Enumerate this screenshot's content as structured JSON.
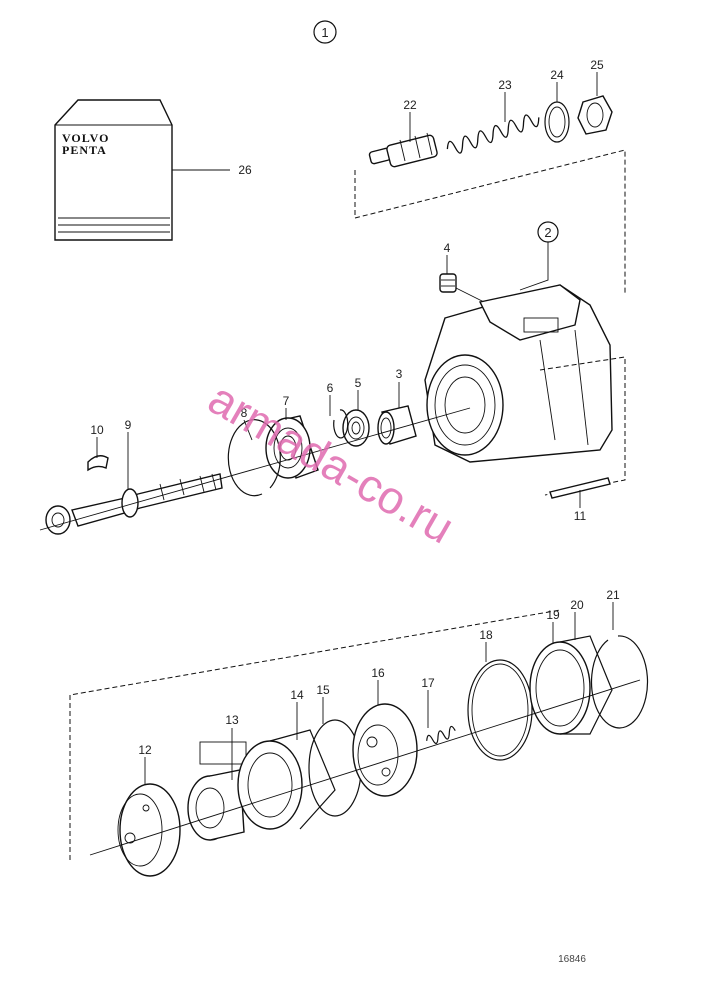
{
  "group_markers": [
    "1",
    "2"
  ],
  "logo": {
    "line1": "VOLVO",
    "line2": "PENTA"
  },
  "part_numbers": [
    "3",
    "4",
    "5",
    "6",
    "7",
    "8",
    "9",
    "10",
    "11",
    "12",
    "13",
    "14",
    "15",
    "16",
    "17",
    "18",
    "19",
    "20",
    "21",
    "22",
    "23",
    "24",
    "25",
    "26"
  ],
  "watermark": "armada-co.ru",
  "drawing_ref": "16846"
}
